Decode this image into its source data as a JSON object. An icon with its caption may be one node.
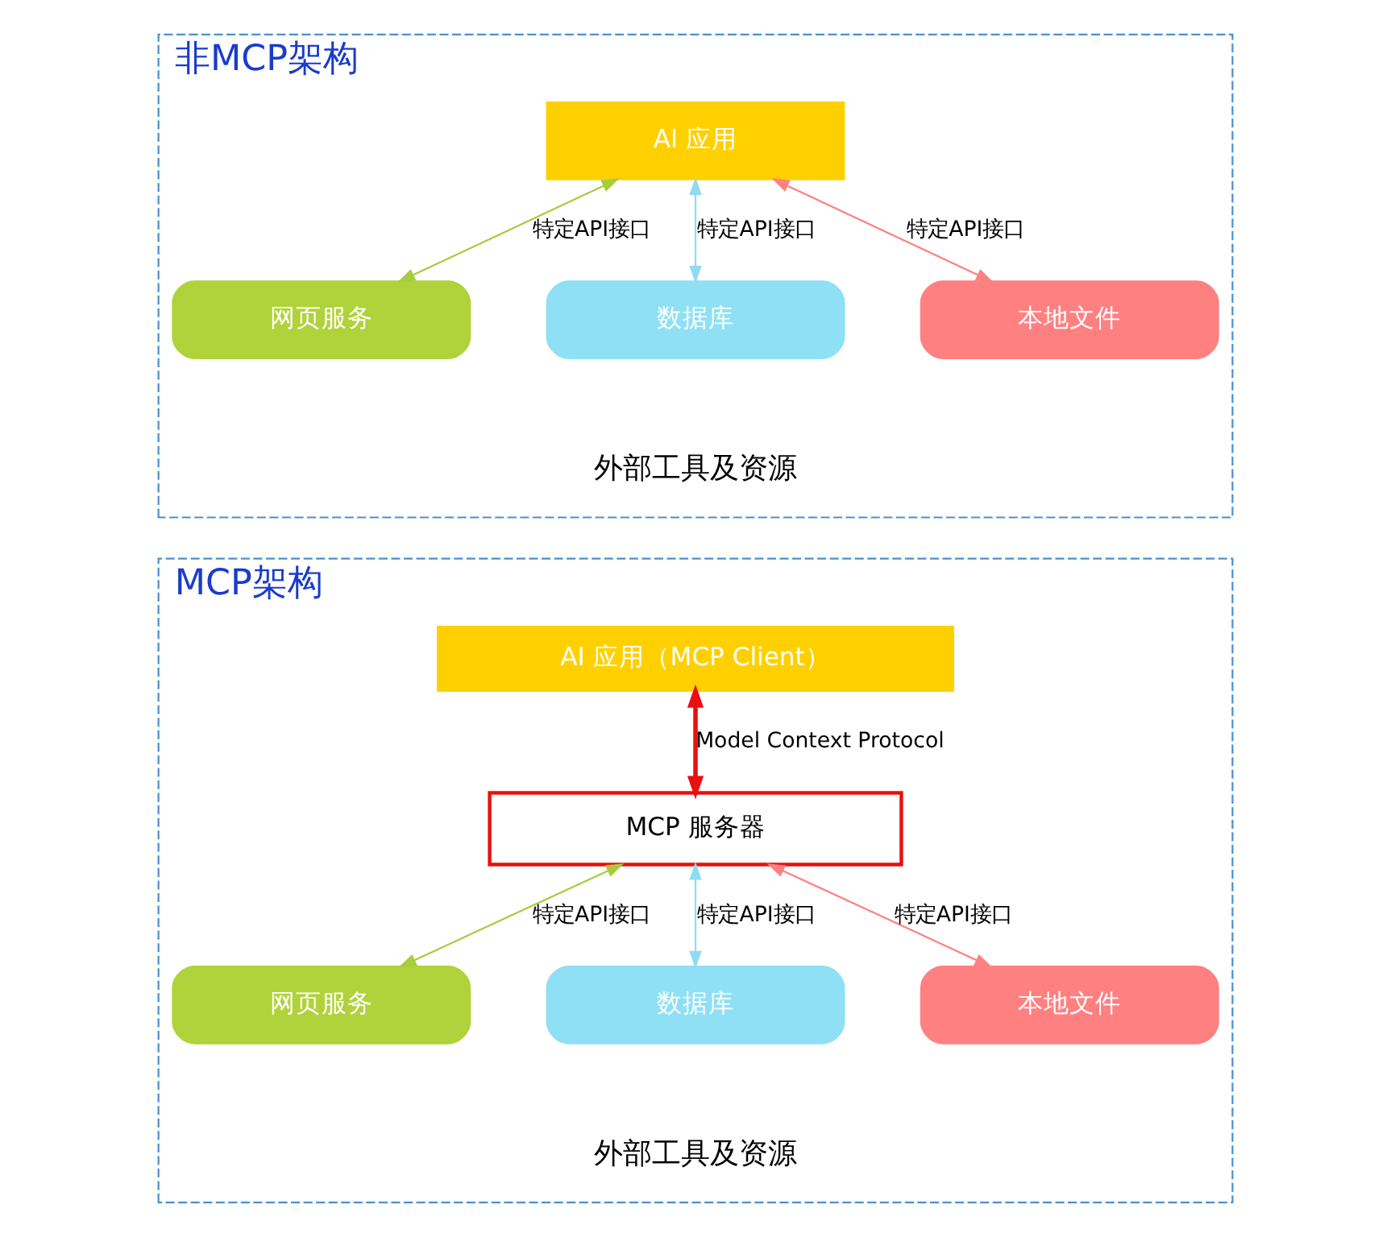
{
  "diagram": {
    "nodes": [
      {
        "text": [
          "非MCP架构"
        ]
      },
      {
        "text": [
          "AI 应用"
        ],
        "in": 0
      },
      {
        "text": [
          "网页服务"
        ],
        "in": 0
      },
      {
        "text": [
          "数据库"
        ],
        "in": 0
      },
      {
        "text": [
          "本地文件"
        ],
        "in": 0
      },
      {
        "text": [
          "MCP架构"
        ]
      },
      {
        "text": [
          "AI 应用（MCP Client）"
        ],
        "in": 5
      },
      {
        "text": [
          "MCP 服务器"
        ],
        "in": 5
      },
      {
        "text": [
          "网页服务"
        ],
        "in": 5
      },
      {
        "text": [
          "数据库"
        ],
        "in": 5
      },
      {
        "text": [
          "本地文件"
        ],
        "in": 5
      }
    ],
    "edges": [
      {
        "from": 1,
        "to": 2,
        "arrow": "both",
        "label": "特定API接口",
        "color": "#a8cc3c"
      },
      {
        "from": 1,
        "to": 3,
        "arrow": "both",
        "label": "特定API接口",
        "color": "#8fdcf2"
      },
      {
        "from": 1,
        "to": 4,
        "arrow": "both",
        "label": "特定API接口",
        "color": "#ff8080"
      },
      {
        "from": 6,
        "to": 7,
        "arrow": "both",
        "label": "Model Context Protocol",
        "color": "#e81010",
        "style": "thick"
      },
      {
        "from": 7,
        "to": 8,
        "arrow": "both",
        "label": "特定API接口",
        "color": "#a8cc3c"
      },
      {
        "from": 7,
        "to": 9,
        "arrow": "both",
        "label": "特定API接口",
        "color": "#8fdcf2"
      },
      {
        "from": 7,
        "to": 10,
        "arrow": "both",
        "label": "特定API接口",
        "color": "#ff8080"
      }
    ],
    "labels": [
      "外部工具及资源",
      "外部工具及资源"
    ]
  }
}
